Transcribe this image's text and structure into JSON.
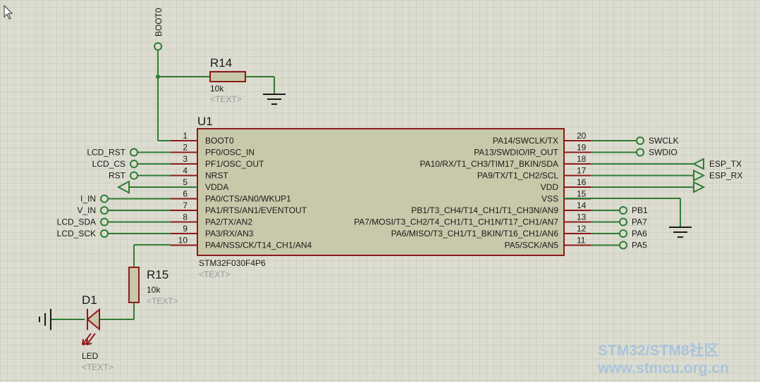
{
  "colors": {
    "background": "#dcdcd0",
    "grid": "#c4c4b6",
    "wire": "#2e7d32",
    "component": "#8b1a1a",
    "chip_fill": "#c8c8aa",
    "text": "#1a1a1a",
    "placeholder": "#9a9a9a",
    "watermark": "#a9c4dd"
  },
  "chip": {
    "ref": "U1",
    "part": "STM32F030F4P6",
    "text_placeholder": "<TEXT>",
    "left_pins": [
      {
        "num": "1",
        "name": "BOOT0"
      },
      {
        "num": "2",
        "name": "PF0/OSC_IN"
      },
      {
        "num": "3",
        "name": "PF1/OSC_OUT"
      },
      {
        "num": "4",
        "name": "NRST"
      },
      {
        "num": "5",
        "name": "VDDA"
      },
      {
        "num": "6",
        "name": "PA0/CTS/AN0/WKUP1"
      },
      {
        "num": "7",
        "name": "PA1/RTS/AN1/EVENTOUT"
      },
      {
        "num": "8",
        "name": "PA2/TX/AN2"
      },
      {
        "num": "9",
        "name": "PA3/RX/AN3"
      },
      {
        "num": "10",
        "name": "PA4/NSS/CK/T14_CH1/AN4"
      }
    ],
    "right_pins": [
      {
        "num": "20",
        "name": "PA14/SWCLK/TX"
      },
      {
        "num": "19",
        "name": "PA13/SWDIO/IR_OUT"
      },
      {
        "num": "18",
        "name": "PA10/RX/T1_CH3/TIM17_BKIN/SDA"
      },
      {
        "num": "17",
        "name": "PA9/TX/T1_CH2/SCL"
      },
      {
        "num": "16",
        "name": "VDD"
      },
      {
        "num": "15",
        "name": "VSS"
      },
      {
        "num": "14",
        "name": "PB1/T3_CH4/T14_CH1/T1_CH3N/AN9"
      },
      {
        "num": "13",
        "name": "PA7/MOSI/T3_CH2/T4_CH1/T1_CH1N/T17_CH1/AN7"
      },
      {
        "num": "12",
        "name": "PA6/MISO/T3_CH1/T1_BKIN/T16_CH1/AN6"
      },
      {
        "num": "11",
        "name": "PA5/SCK/AN5"
      }
    ]
  },
  "left_terminals": [
    "LCD_RST",
    "LCD_CS",
    "RST",
    "I_IN",
    "V_IN",
    "LCD_SDA",
    "LCD_SCK"
  ],
  "right_terminals": [
    "SWCLK",
    "SWDIO",
    "ESP_TX",
    "ESP_RX",
    "PB1",
    "PA7",
    "PA6",
    "PA5"
  ],
  "boot_label": "BOOT0",
  "r14": {
    "ref": "R14",
    "value": "10k",
    "text": "<TEXT>"
  },
  "r15": {
    "ref": "R15",
    "value": "10k",
    "text": "<TEXT>"
  },
  "d1": {
    "ref": "D1",
    "type": "LED",
    "text": "<TEXT>"
  },
  "watermark": {
    "line1": "STM32/STM8社区",
    "line2": "www.stmcu.org.cn"
  }
}
